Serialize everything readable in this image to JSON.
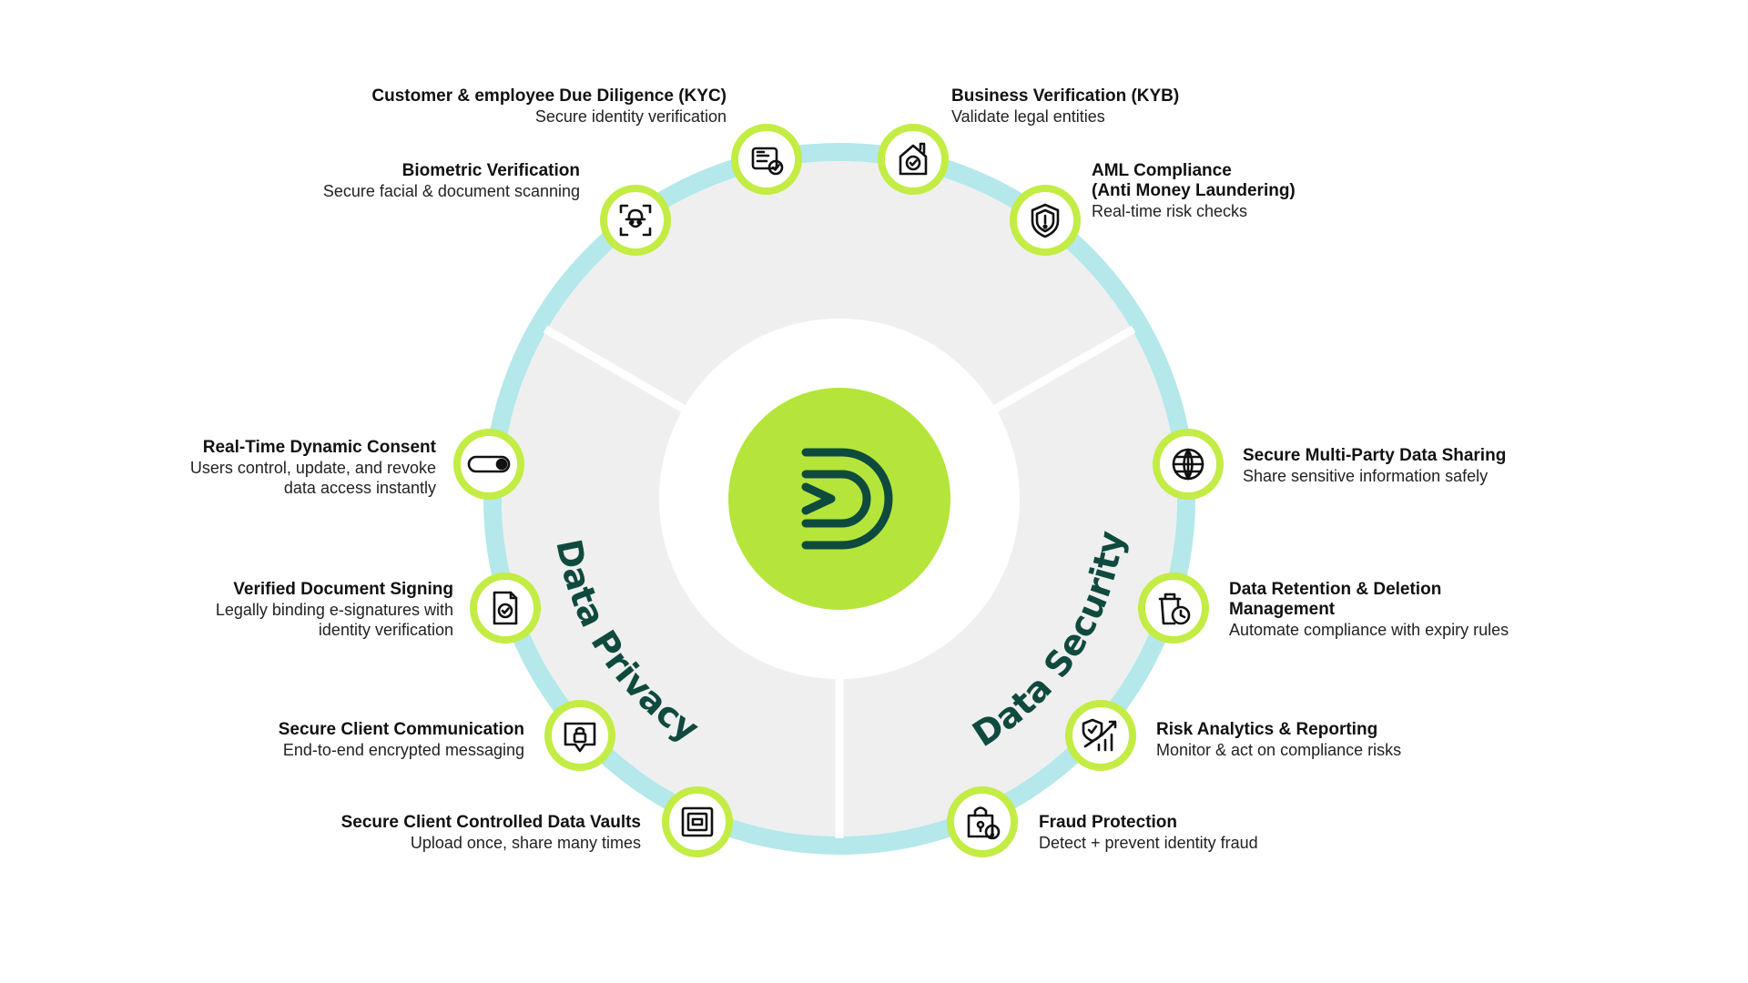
{
  "colors": {
    "ring": "#b4e8ea",
    "accent_green": "#b5e53a",
    "node_border": "#c3ec45",
    "dark_teal": "#0f4a3e",
    "sector_fill": "#efefef",
    "inner_fill": "#ffffff",
    "text": "#111111"
  },
  "center_logo": {
    "icon": "d-logo-icon"
  },
  "sectors": {
    "left": {
      "label": "Data Privacy"
    },
    "right": {
      "label": "Data Security"
    }
  },
  "features": [
    {
      "key": "kyc",
      "icon": "id-card-check-icon",
      "title": [
        "Customer & employee Due Diligence (KYC)"
      ],
      "desc": [
        "Secure identity verification"
      ]
    },
    {
      "key": "kyb",
      "icon": "house-check-icon",
      "title": [
        "Business Verification (KYB)"
      ],
      "desc": [
        "Validate legal entities"
      ]
    },
    {
      "key": "biometric",
      "icon": "face-scan-icon",
      "title": [
        "Biometric Verification"
      ],
      "desc": [
        "Secure facial & document scanning"
      ]
    },
    {
      "key": "aml",
      "icon": "shield-alert-icon",
      "title": [
        "AML Compliance",
        "(Anti Money Laundering)"
      ],
      "desc": [
        "Real-time risk checks"
      ]
    },
    {
      "key": "consent",
      "icon": "toggle-icon",
      "title": [
        "Real-Time Dynamic Consent"
      ],
      "desc": [
        "Users control, update, and revoke",
        "data access instantly"
      ]
    },
    {
      "key": "sharing",
      "icon": "globe-icon",
      "title": [
        "Secure Multi-Party Data Sharing"
      ],
      "desc": [
        "Share sensitive information safely"
      ]
    },
    {
      "key": "signing",
      "icon": "document-check-icon",
      "title": [
        "Verified Document Signing"
      ],
      "desc": [
        "Legally binding e-signatures with",
        "identity verification"
      ]
    },
    {
      "key": "retention",
      "icon": "trash-clock-icon",
      "title": [
        "Data Retention & Deletion",
        "Management"
      ],
      "desc": [
        "Automate compliance with expiry rules"
      ]
    },
    {
      "key": "communication",
      "icon": "message-lock-icon",
      "title": [
        "Secure Client Communication"
      ],
      "desc": [
        "End-to-end encrypted messaging"
      ]
    },
    {
      "key": "risk",
      "icon": "shield-chart-icon",
      "title": [
        "Risk Analytics & Reporting"
      ],
      "desc": [
        "Monitor & act on compliance risks"
      ]
    },
    {
      "key": "vaults",
      "icon": "vault-icon",
      "title": [
        "Secure Client Controlled Data Vaults"
      ],
      "desc": [
        "Upload once, share many times"
      ]
    },
    {
      "key": "fraud",
      "icon": "bag-alert-icon",
      "title": [
        "Fraud Protection"
      ],
      "desc": [
        "Detect + prevent identity fraud"
      ]
    }
  ]
}
